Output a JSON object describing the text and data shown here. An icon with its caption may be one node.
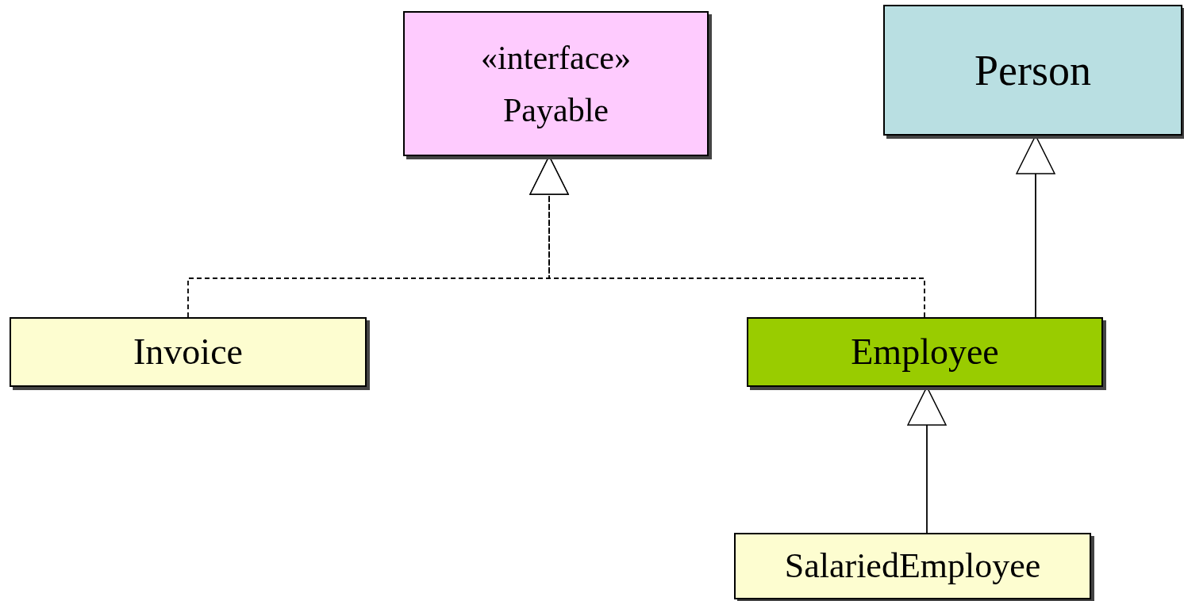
{
  "diagram": {
    "nodes": [
      {
        "text": [
          "«interface»",
          "Payable"
        ]
      },
      {
        "text": [
          "Person"
        ]
      },
      {
        "text": [
          "Invoice"
        ]
      },
      {
        "text": [
          "Employee"
        ]
      },
      {
        "text": [
          "SalariedEmployee"
        ]
      }
    ],
    "edges": [
      {
        "from": 2,
        "to": 0,
        "arrow": "to",
        "style": "dashed"
      },
      {
        "from": 3,
        "to": 0,
        "arrow": "to",
        "style": "dashed"
      },
      {
        "from": 3,
        "to": 1,
        "arrow": "to"
      },
      {
        "from": 4,
        "to": 3,
        "arrow": "to"
      }
    ]
  }
}
